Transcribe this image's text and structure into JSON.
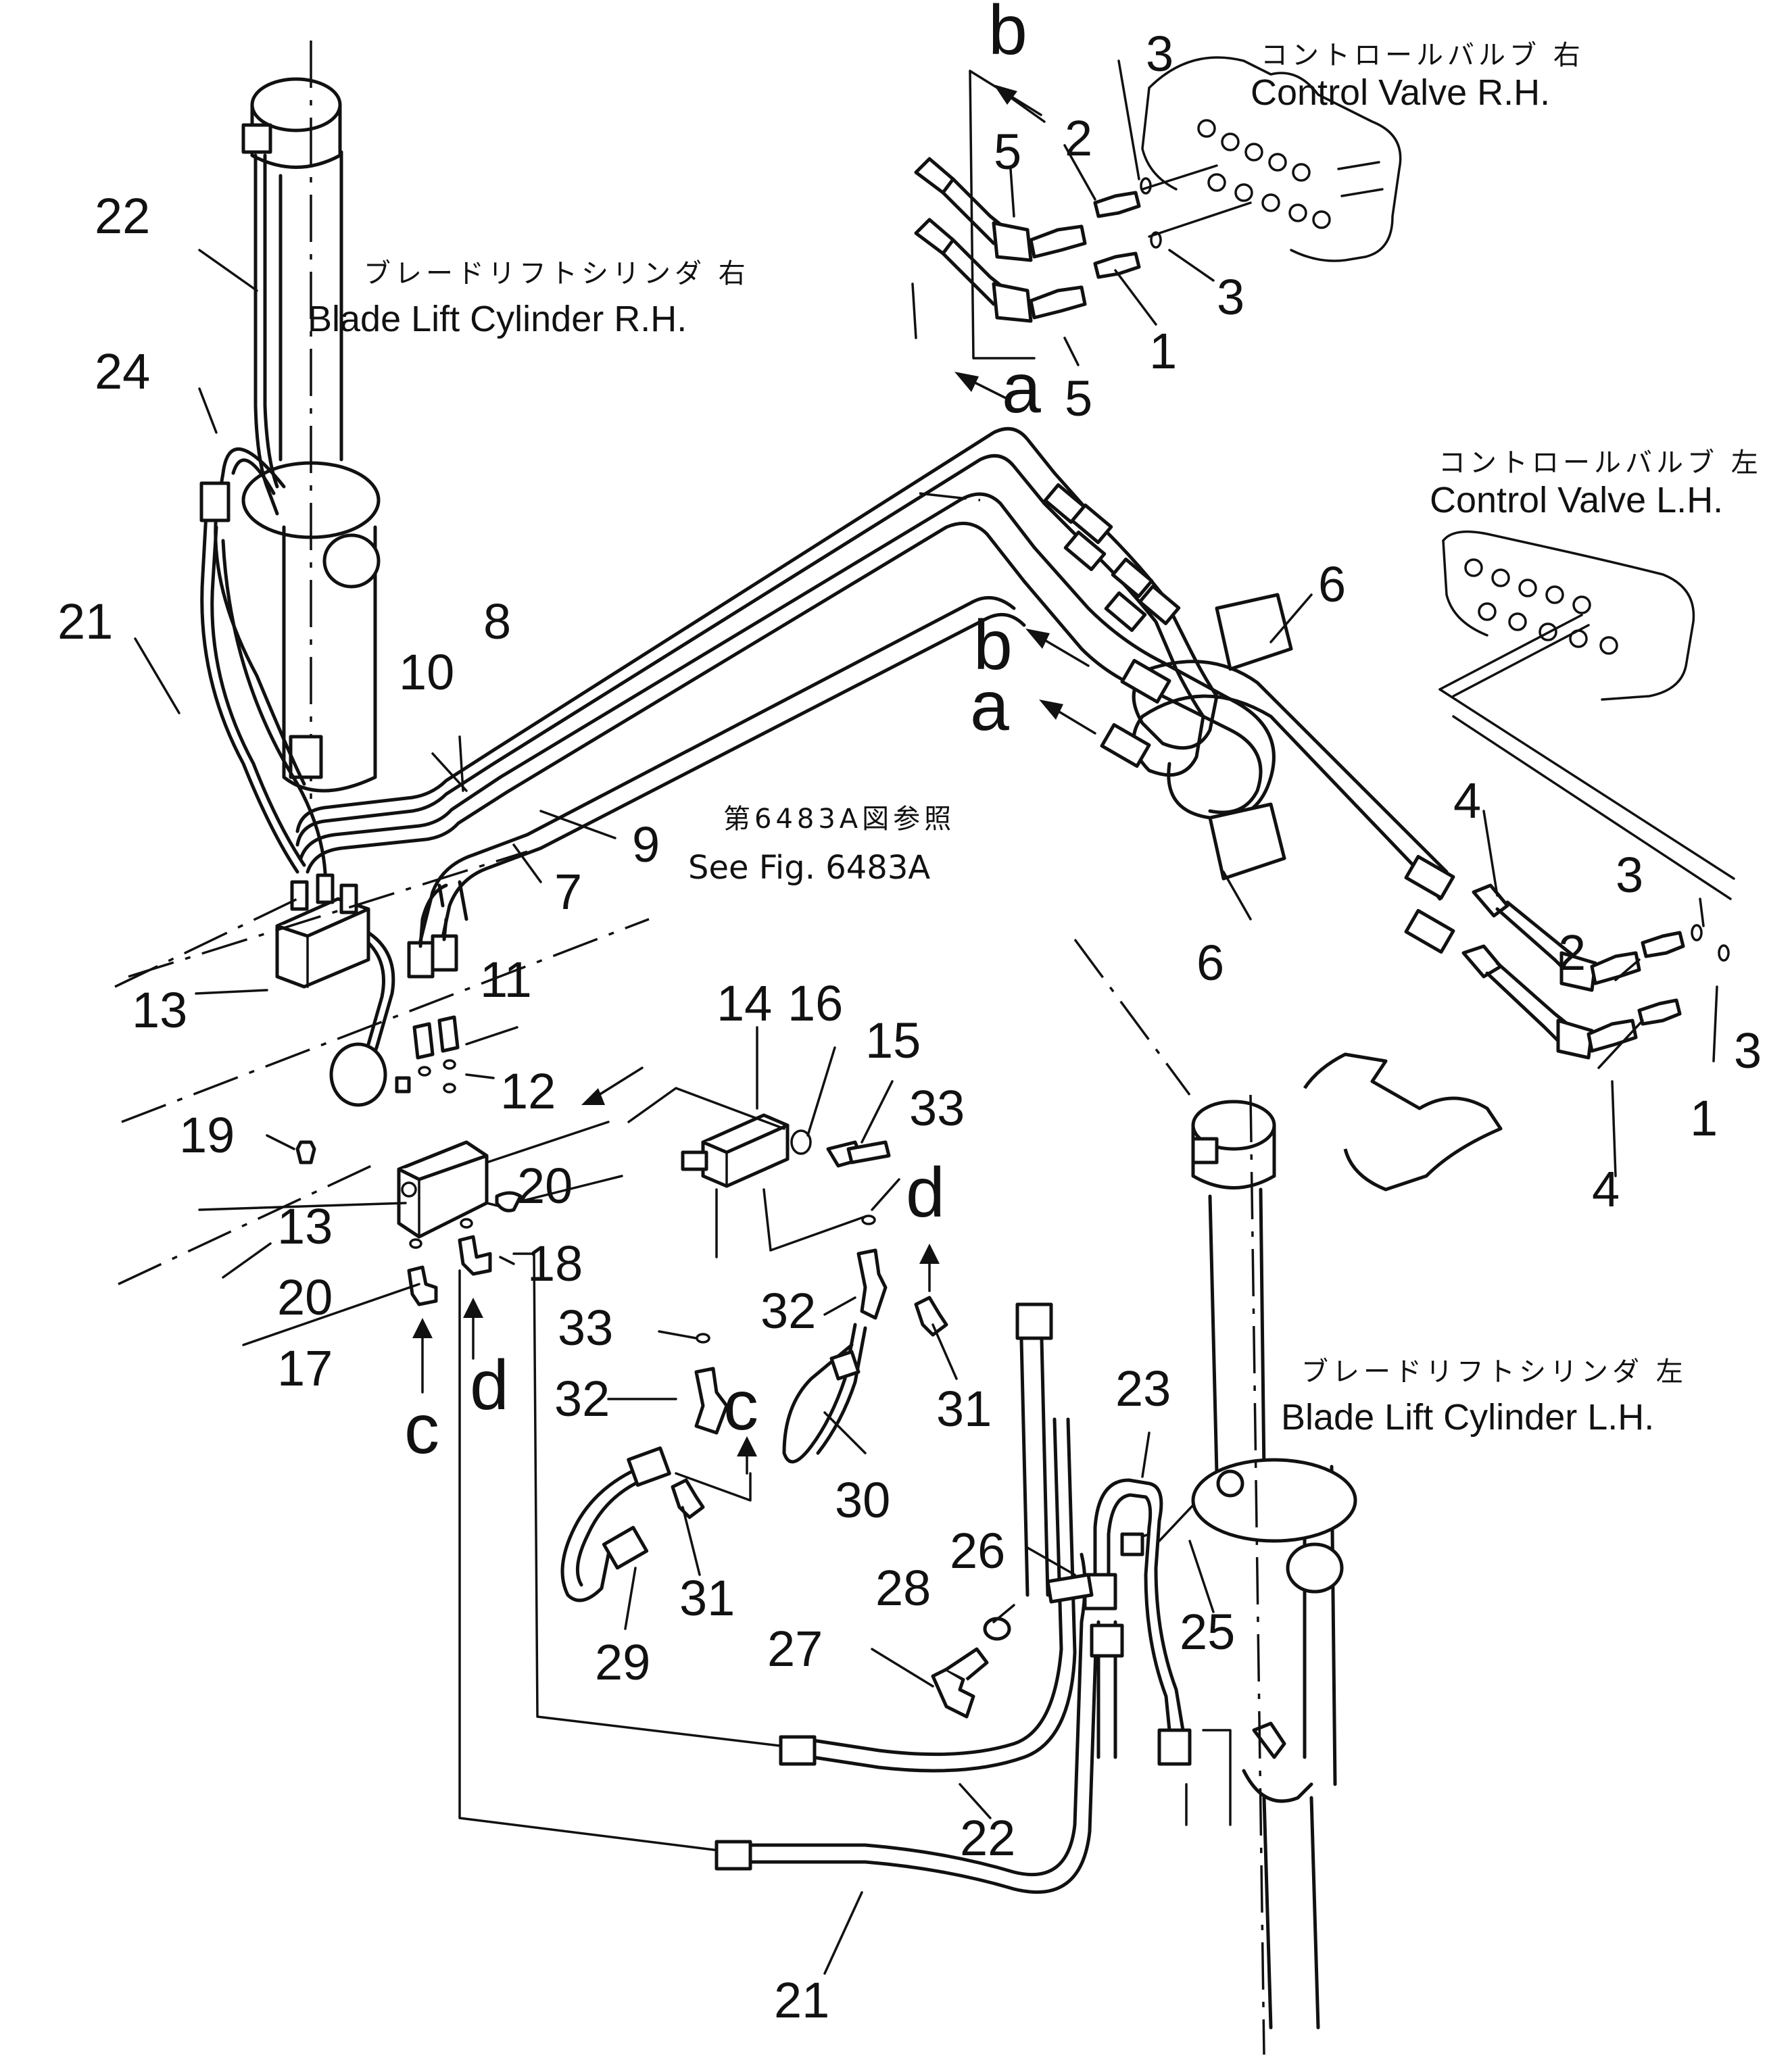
{
  "labels": {
    "blade_lift_cylinder_rh_jp": "ブレードリフトシリンダ 右",
    "blade_lift_cylinder_rh_en": "Blade Lift Cylinder R.H.",
    "blade_lift_cylinder_lh_jp": "ブレードリフトシリンダ 左",
    "blade_lift_cylinder_lh_en": "Blade Lift Cylinder L.H.",
    "control_valve_rh_jp": "コントロールバルブ 右",
    "control_valve_rh_en": "Control Valve  R.H.",
    "control_valve_lh_jp": "コントロールバルブ 左",
    "control_valve_lh_en": "Control Valve  L.H.",
    "see_fig_jp": "第6483A図参照",
    "see_fig_en": "See Fig. 6483A"
  },
  "connection_marks": [
    "a",
    "b",
    "c",
    "d"
  ],
  "part_numbers": [
    "1",
    "2",
    "3",
    "4",
    "5",
    "6",
    "7",
    "8",
    "9",
    "10",
    "11",
    "12",
    "13",
    "14",
    "15",
    "16",
    "17",
    "18",
    "19",
    "20",
    "21",
    "22",
    "23",
    "24",
    "25",
    "26",
    "27",
    "28",
    "29",
    "30",
    "31",
    "32",
    "33"
  ]
}
